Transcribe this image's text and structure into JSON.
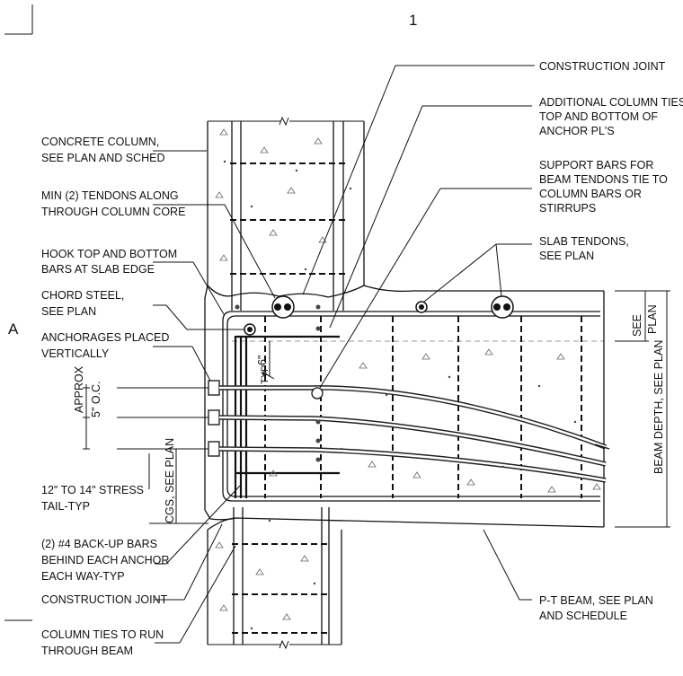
{
  "sheet": {
    "grid_number": "1",
    "grid_letter": "A"
  },
  "notes": {
    "construction_joint_top": "CONSTRUCTION JOINT",
    "additional_ties": [
      "ADDITIONAL COLUMN TIES",
      "TOP AND BOTTOM OF",
      "ANCHOR PL'S"
    ],
    "support_bars": [
      "SUPPORT BARS FOR",
      "BEAM TENDONS TIE TO",
      "COLUMN BARS OR",
      "STIRRUPS"
    ],
    "slab_tendons": [
      "SLAB TENDONS,",
      "SEE PLAN"
    ],
    "concrete_column": [
      "CONCRETE COLUMN,",
      "SEE PLAN AND SCHED"
    ],
    "min_tendons": [
      "MIN (2) TENDONS ALONG",
      "THROUGH COLUMN CORE"
    ],
    "hook_bars": [
      "HOOK TOP AND BOTTOM",
      "BARS AT SLAB EDGE"
    ],
    "chord_steel": [
      "CHORD STEEL,",
      "SEE PLAN"
    ],
    "anchorages": [
      "ANCHORAGES PLACED",
      "VERTICALLY"
    ],
    "stress_tail": [
      "12\" TO 14\" STRESS",
      "TAIL-TYP"
    ],
    "backup_bars": [
      "(2) #4 BACK-UP BARS",
      "BEHIND EACH ANCHOR",
      "EACH WAY-TYP"
    ],
    "construction_joint_bottom": "CONSTRUCTION JOINT",
    "column_ties": [
      "COLUMN TIES TO RUN",
      "THROUGH BEAM"
    ],
    "pt_beam": [
      "P-T BEAM, SEE PLAN",
      "AND SCHEDULE"
    ]
  },
  "dimensions": {
    "approx_label": "APPROX",
    "spacing_label": "5\" O.C.",
    "six_inch": "6\"",
    "typ": "TYP",
    "cgs": "CGS, SEE PLAN",
    "see_label": "SEE",
    "plan_label": "PLAN",
    "beam_depth": "BEAM DEPTH, SEE PLAN"
  }
}
